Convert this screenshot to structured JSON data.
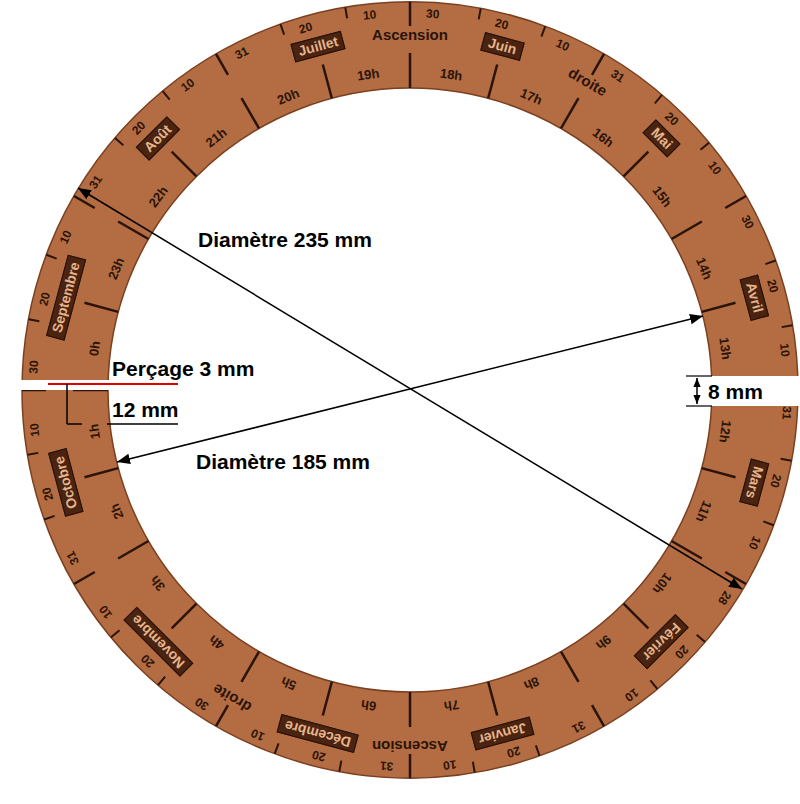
{
  "diagram": {
    "nodes": [
      {
        "text": [
          "Janvier"
        ]
      },
      {
        "text": [
          "Février"
        ]
      },
      {
        "text": [
          "Mars"
        ]
      },
      {
        "text": [
          "Avril"
        ]
      },
      {
        "text": [
          "Mai"
        ]
      },
      {
        "text": [
          "Juin"
        ]
      },
      {
        "text": [
          "Juillet"
        ]
      },
      {
        "text": [
          "Août"
        ]
      },
      {
        "text": [
          "Septembre"
        ]
      },
      {
        "text": [
          "Octobre"
        ]
      },
      {
        "text": [
          "Novembre"
        ]
      },
      {
        "text": [
          "Décembre"
        ]
      }
    ],
    "labels": [
      "0h",
      "1h",
      "2h",
      "3h",
      "4h",
      "5h",
      "6h",
      "7h",
      "8h",
      "9h",
      "10h",
      "11h",
      "12h",
      "13h",
      "14h",
      "15h",
      "16h",
      "17h",
      "18h",
      "19h",
      "20h",
      "21h",
      "22h",
      "23h",
      "10",
      "20",
      "31",
      "10",
      "20",
      "28",
      "10",
      "20",
      "31",
      "10",
      "20",
      "30",
      "10",
      "20",
      "31",
      "10",
      "20",
      "30",
      "10",
      "20",
      "31",
      "10",
      "20",
      "31",
      "10",
      "20",
      "30",
      "10",
      "20",
      "31",
      "10",
      "20",
      "30",
      "10",
      "20",
      "31",
      "Ascension",
      "droite",
      "Ascension",
      "droite",
      "Diamètre 235 mm",
      "Diamètre 185 mm",
      "Perçage 3 mm",
      "12 mm",
      "8 mm"
    ]
  }
}
